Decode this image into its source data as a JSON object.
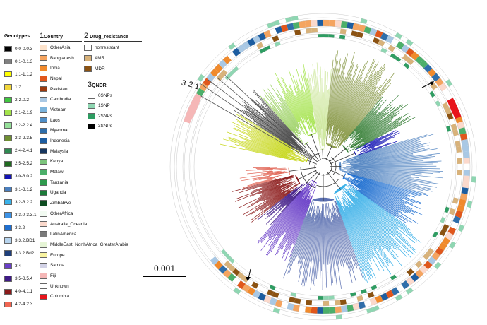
{
  "legends": {
    "genotypes": {
      "title": "Genotypes",
      "items": [
        {
          "label": "0.0-0.0.3",
          "color": "#000000"
        },
        {
          "label": "0.1-0.1.3",
          "color": "#808080"
        },
        {
          "label": "1.1-1.1.2",
          "color": "#ffff00"
        },
        {
          "label": "1.2",
          "color": "#f1d63b"
        },
        {
          "label": "2-2.0.2",
          "color": "#3fc63f"
        },
        {
          "label": "2.1-2.1.9",
          "color": "#a3e34a"
        },
        {
          "label": "2.2-2.2.4",
          "color": "#96e09a"
        },
        {
          "label": "2.3-2.3.5",
          "color": "#6f8f32"
        },
        {
          "label": "2.4-2.4.1",
          "color": "#2f8a52"
        },
        {
          "label": "2.5-2.5.2",
          "color": "#1f6b1f"
        },
        {
          "label": "3.0-3.0.2",
          "color": "#1414b4"
        },
        {
          "label": "3.1-3.1.2",
          "color": "#4a7fbf"
        },
        {
          "label": "3.2-3.2.2",
          "color": "#39b2ea"
        },
        {
          "label": "3.3.0-3.3.1",
          "color": "#3e93e6"
        },
        {
          "label": "3.3.2",
          "color": "#1f6fd0"
        },
        {
          "label": "3.3.2.BD1",
          "color": "#b7d4ee"
        },
        {
          "label": "3.3.2.Bd2",
          "color": "#1f3f7a"
        },
        {
          "label": "3.4",
          "color": "#6a3fc8"
        },
        {
          "label": "3.5-3.5.4",
          "color": "#3f1a86"
        },
        {
          "label": "4.0-4.1.1",
          "color": "#8b1a1a"
        },
        {
          "label": "4.2-4.2.3",
          "color": "#f06652"
        }
      ]
    },
    "country": {
      "number": "1",
      "title": "Country",
      "items": [
        {
          "label": "OtherAsia",
          "color": "#fde3cc"
        },
        {
          "label": "Bangladesh",
          "color": "#f4a460"
        },
        {
          "label": "India",
          "color": "#f08a2c"
        },
        {
          "label": "Nepal",
          "color": "#e0571c"
        },
        {
          "label": "Pakistan",
          "color": "#9a3a10"
        },
        {
          "label": "Cambodia",
          "color": "#a9c8e4"
        },
        {
          "label": "Vietnam",
          "color": "#7ab3dc"
        },
        {
          "label": "Laos",
          "color": "#4f8ec7"
        },
        {
          "label": "Myanmar",
          "color": "#2f6eaa"
        },
        {
          "label": "Indonesia",
          "color": "#1d5da0"
        },
        {
          "label": "Malaysia",
          "color": "#17375f"
        },
        {
          "label": "Kenya",
          "color": "#7cc47c"
        },
        {
          "label": "Malawi",
          "color": "#4caf6a"
        },
        {
          "label": "Tanzania",
          "color": "#2f9a4e"
        },
        {
          "label": "Uganda",
          "color": "#1d7a3a"
        },
        {
          "label": "Zimbabwe",
          "color": "#0f4d22"
        },
        {
          "label": "OtherAfrica",
          "color": "#f2fbf2"
        },
        {
          "label": "Australia_Oceania",
          "color": "#fbd9cc"
        },
        {
          "label": "LatinAmerica",
          "color": "#7a7a7a"
        },
        {
          "label": "MiddleEast_NorthAfrica_GreaterArabia",
          "color": "#e6f5d6"
        },
        {
          "label": "Europe",
          "color": "#f8f3a0"
        },
        {
          "label": "Samoa",
          "color": "#d2d2e6"
        },
        {
          "label": "Fiji",
          "color": "#f5b7b7"
        },
        {
          "label": "Unknown",
          "color": "#ffffff"
        },
        {
          "label": "Colombia",
          "color": "#e8141b"
        }
      ]
    },
    "drug_resistance": {
      "number": "2",
      "title": "Drug_resistance",
      "items": [
        {
          "label": "nonresistant",
          "color": "#ffffff"
        },
        {
          "label": "AMR",
          "color": "#d8b27a"
        },
        {
          "label": "MDR",
          "color": "#8b5212"
        }
      ]
    },
    "qndr": {
      "number": "3",
      "title": "QNDR",
      "items": [
        {
          "label": "0SNPs",
          "color": "#ffffff"
        },
        {
          "label": "1SNP",
          "color": "#8fd6b2"
        },
        {
          "label": "2SNPs",
          "color": "#2e9d62"
        },
        {
          "label": "3SNPs",
          "color": "#000000"
        }
      ]
    }
  },
  "ring_labels": [
    "3",
    "2",
    "1"
  ],
  "scale": {
    "label": "0.001"
  }
}
